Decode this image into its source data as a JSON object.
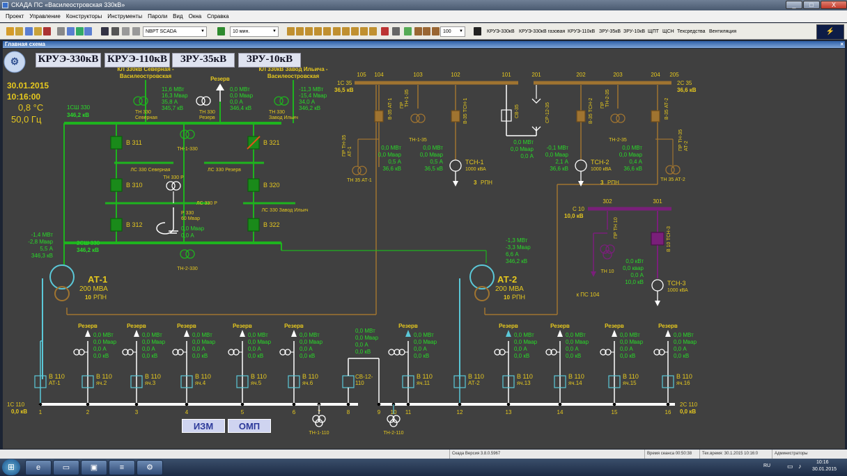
{
  "window": {
    "title": "СКАДА ПС «Василеостровская 330кВ»",
    "min": "_",
    "max": "□",
    "close": "X"
  },
  "menu": [
    "Проект",
    "Управление",
    "Конструкторы",
    "Инструменты",
    "Пароли",
    "Вид",
    "Окна",
    "Справка"
  ],
  "toolbar": {
    "db_combo": "NBPT SCADA",
    "period_combo": "10 мин.",
    "zoom_combo": "100",
    "links": [
      "КРУЭ-330кВ",
      "КРУЭ-330кВ газовая",
      "КРУЭ-110кВ",
      "ЗРУ-35кВ",
      "ЗРУ-10кВ",
      "ЩПТ",
      "ЩСН",
      "Техсредства",
      "Вентиляция"
    ]
  },
  "tab_title": "Главная схема",
  "nav_buttons": [
    "КРУЭ-330кВ",
    "КРУЭ-110кВ",
    "ЗРУ-35кВ",
    "ЗРУ-10кВ"
  ],
  "info": {
    "date": "30.01.2015",
    "time": "10:16:00",
    "temp": "0,8 °C",
    "freq": "50,0 Гц"
  },
  "bottom_buttons": [
    "ИЗМ",
    "ОМП"
  ],
  "colors": {
    "bus330": "#1eb41e",
    "bus35": "#a07430",
    "bus10": "#7a1f7a",
    "bus110": "#ffffff",
    "line110": "#5bc8d8",
    "text_green": "#29d929",
    "text_yellow": "#e6c81e"
  },
  "s330": {
    "line_north": "КЛ 330кВ Северная - Василеостровская",
    "line_ilyich": "КЛ 330кВ Завод Ильича - Василеостровская",
    "reserve_top": "Резерв",
    "m_north": [
      "11,6 МВт",
      "16,3 Мвар",
      "35,8 А",
      "345,7 кВ"
    ],
    "m_reserve": [
      "0,0 МВт",
      "0,0 Мвар",
      "0,0 А",
      "346,4 кВ"
    ],
    "m_ilyich": [
      "-11,3 МВт",
      "-15,4 Мвар",
      "34,0 А",
      "346,2 кВ"
    ],
    "tn_north": "ТН 330 Северная",
    "tn_reserve": "ТН 330 Резерв",
    "tn_ilyich": "ТН 330 Завод Ильич",
    "bus1": "1СШ 330",
    "bus1_kv": "346,2 кВ",
    "bus2": "2СШ 330",
    "bus2_kv": "346,2 кВ",
    "b311": "В 311",
    "b310": "В 310",
    "b312": "В 312",
    "b321": "В 321",
    "b320": "В 320",
    "b322": "В 322",
    "tn1": "ТН-1-330",
    "tn2": "ТН-2-330",
    "ls_north": "ЛС 330 Северная",
    "ls_reserve": "ЛС 330 Резерв",
    "ls_p": "ЛС 330 Р",
    "ls_ilyich": "ЛС 330 Завод Ильич",
    "tn330p": "ТН 330 Р",
    "r330": "Р 330",
    "r330_rating": "60 Мвар",
    "r_mvar": "0,0 Мвар",
    "r_a": "0,0 А"
  },
  "at1": {
    "name": "АТ-1",
    "rating": "200 МВА",
    "rpn": "10",
    "rpn_label": "РПН",
    "m": [
      "-1,4 МВт",
      "-2,8 Мвар",
      "5,5 А",
      "346,3 кВ"
    ]
  },
  "at2": {
    "name": "АТ-2",
    "rating": "200 МВА",
    "rpn": "10",
    "rpn_label": "РПН",
    "m": [
      "-1,3 МВт",
      "-3,3 Мвар",
      "6,6 А",
      "346,2 кВ"
    ]
  },
  "s35": {
    "bus1": "1С 35",
    "bus1_kv": "36,5 кВ",
    "bus2": "2С 35",
    "bus2_kv": "36,6 кВ",
    "cells_left": [
      "105",
      "104",
      "103",
      "102",
      "101"
    ],
    "cells_right": [
      "201",
      "202",
      "203",
      "204",
      "205"
    ],
    "v35at1": "В-35 АТ-1",
    "tn135": "ТН-1-35",
    "v35tsn1": "В-35 ТСН-1",
    "sv35": "СВ-35",
    "sr1235": "СР-12-35",
    "v35tsn2": "В-35 ТСН-2",
    "tn235": "ТН-2-35",
    "v35at2": "В-35 АТ-2",
    "pr_tn35_at1": "ПР ТН-35 АТ-1",
    "tn35at1": "ТН 35 АТ-1",
    "tn35at2": "ТН 35 АТ-2",
    "pr_tn35at2": "ПР ТН-35 АТ-2",
    "pr1": "ПР ТН-1-35",
    "pr2": "ПР ТН-2-35",
    "m_at1": [
      "0,0 МВт",
      "0,0 Мвар",
      "0,5 А",
      "36,6 кВ"
    ],
    "m_tsn1": [
      "0,0 МВт",
      "0,0 Мвар",
      "0,5 А",
      "36,5 кВ"
    ],
    "m_sv": [
      "0,0 МВт",
      "0,0 Мвар",
      "0,0 А"
    ],
    "m_tsn2": [
      "-0,1 МВт",
      "0,0 Мвар",
      "2,1 А",
      "36,6 кВ"
    ],
    "m_at2": [
      "0,0 МВт",
      "0,0 Мвар",
      "0,4 А",
      "36,6 кВ"
    ],
    "tsn1": "ТСН-1",
    "tsn1_rating": "1000 кВА",
    "tsn1_rpn": "3",
    "tsn2": "ТСН-2",
    "tsn2_rating": "1000 кВА",
    "tsn2_rpn": "3",
    "rpn": "РПН"
  },
  "s10": {
    "bus": "С 10",
    "bus_kv": "10,0 кВ",
    "cells": [
      "302",
      "301"
    ],
    "pr_tn10": "ПР ТН 10",
    "tn10": "ТН 10",
    "v10": "В 10 ТСН-3",
    "to_ps": "к ПС 104",
    "tsn3": "ТСН-3",
    "tsn3_rating": "1000 кВА",
    "m": [
      "0,0 кВт",
      "0,0 квар",
      "0,0 А",
      "10,0 кВ"
    ]
  },
  "s110": {
    "bus1": "1С 110",
    "bus1_kv": "0,0 кВ",
    "bus2": "2С 110",
    "bus2_kv": "0,0 кВ",
    "reserve": "Резерв",
    "sv": "СВ-12-110",
    "tn1": "ТН-1-110",
    "tn2": "ТН-2-110",
    "cells": [
      "1",
      "2",
      "3",
      "4",
      "5",
      "6",
      "7",
      "8",
      "9",
      "10",
      "11",
      "12",
      "13",
      "14",
      "15",
      "16"
    ],
    "feeders": [
      {
        "id": "at1",
        "label1": "В 110",
        "label2": "АТ-1",
        "num": "1"
      },
      {
        "id": "f2",
        "label1": "В 110",
        "label2": "яч.2",
        "reserve": true,
        "m": [
          "0,0 МВт",
          "0,0 Мвар",
          "0,0 А",
          "0,0 кВ"
        ]
      },
      {
        "id": "f3",
        "label1": "В 110",
        "label2": "яч.3",
        "reserve": true,
        "m": [
          "0,0 МВт",
          "0,0 Мвар",
          "0,0 А",
          "0,0 кВ"
        ]
      },
      {
        "id": "f4",
        "label1": "В 110",
        "label2": "яч.4",
        "reserve": true,
        "m": [
          "0,0 МВт",
          "0,0 Мвар",
          "0,0 А",
          "0,0 кВ"
        ]
      },
      {
        "id": "f5",
        "label1": "В 110",
        "label2": "яч.5",
        "reserve": true,
        "m": [
          "0,0 МВт",
          "0,0 Мвар",
          "0,0 А",
          "0,0 кВ"
        ]
      },
      {
        "id": "f6",
        "label1": "В 110",
        "label2": "яч.6",
        "reserve": true,
        "m": [
          "0,0 МВт",
          "0,0 Мвар",
          "0,0 А",
          "0,0 кВ"
        ]
      },
      {
        "id": "sv",
        "m": [
          "0,0 МВт",
          "0,0 Мвар",
          "0,0 А",
          "0,0 кВ"
        ]
      },
      {
        "id": "f11",
        "label1": "В 110",
        "label2": "яч.11",
        "reserve": true,
        "m": [
          "0,0 МВт",
          "0,0 Мвар",
          "0,0 А",
          "0,0 кВ"
        ]
      },
      {
        "id": "at2",
        "label1": "В 110",
        "label2": "АТ-2"
      },
      {
        "id": "f13",
        "label1": "В 110",
        "label2": "яч.13",
        "reserve": true,
        "m": [
          "0,0 МВт",
          "0,0 Мвар",
          "0,0 А",
          "0,0 кВ"
        ]
      },
      {
        "id": "f14",
        "label1": "В 110",
        "label2": "яч.14",
        "reserve": true,
        "m": [
          "0,0 МВт",
          "0,0 Мвар",
          "0,0 А",
          "0,0 кВ"
        ]
      },
      {
        "id": "f15",
        "label1": "В 110",
        "label2": "яч.15",
        "reserve": true,
        "m": [
          "0,0 МВт",
          "0,0 Мвар",
          "0,0 А",
          "0,0 кВ"
        ]
      },
      {
        "id": "f16",
        "label1": "В 110",
        "label2": "яч.16",
        "reserve": true,
        "m": [
          "0,0 МВт",
          "0,0 Мвар",
          "0,0 А",
          "0,0 кВ"
        ]
      }
    ]
  },
  "status": {
    "version": "Скада Версия 3.8.0.5967",
    "session": "Время сеанса 00:50:38",
    "techtime": "Тех.время: 30.1.2015 10:16:0",
    "user": "Администраторы"
  },
  "taskbar": {
    "lang": "RU",
    "clock_time": "10:16",
    "clock_date": "30.01.2015"
  }
}
